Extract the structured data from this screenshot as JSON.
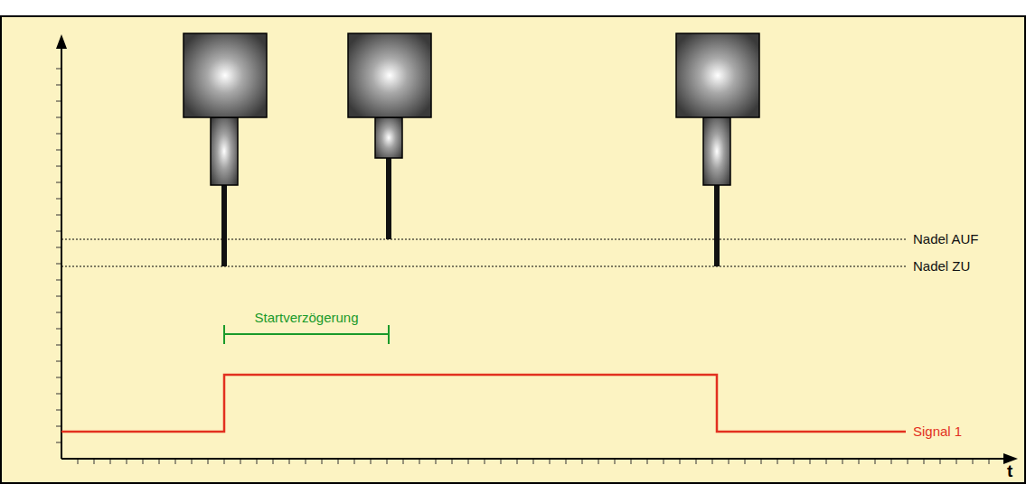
{
  "diagram": {
    "labels": [
      "Nadel AUF",
      "Nadel ZU",
      "Startverzögerung",
      "Signal 1",
      "t"
    ]
  }
}
